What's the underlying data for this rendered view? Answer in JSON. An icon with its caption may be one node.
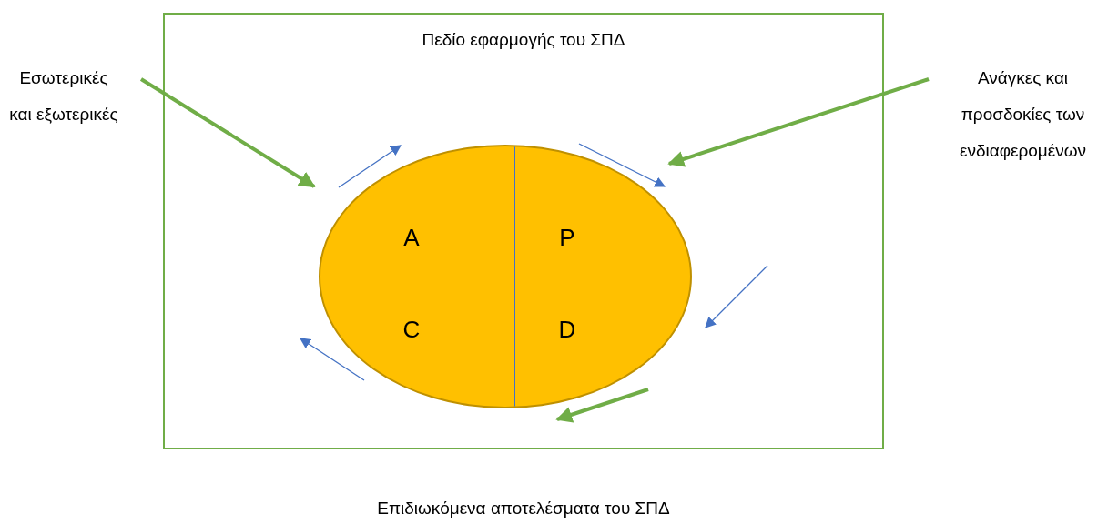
{
  "diagram": {
    "nodes": [
      {
        "text": [
          "Πεδίο εφαρμογής του ΣΠΔ"
        ]
      },
      {
        "text": [],
        "shape": "ellipse",
        "in": 0
      },
      {
        "text": [
          "A"
        ],
        "in": 1
      },
      {
        "text": [
          "P"
        ],
        "in": 1
      },
      {
        "text": [
          "C"
        ],
        "in": 1
      },
      {
        "text": [
          "D"
        ],
        "in": 1
      },
      {
        "text": [
          "Εσωτερικές και εξωτερικές"
        ]
      },
      {
        "text": [
          "Ανάγκες και προσδοκίες των ενδιαφερομένων"
        ]
      }
    ],
    "edges": [
      {
        "from": 6,
        "to": 1,
        "arrow": "to"
      },
      {
        "from": 7,
        "to": 1,
        "arrow": "to"
      }
    ],
    "labels": [
      "Επιδιωκόμενα αποτελέσματα του ΣΠΔ"
    ]
  }
}
